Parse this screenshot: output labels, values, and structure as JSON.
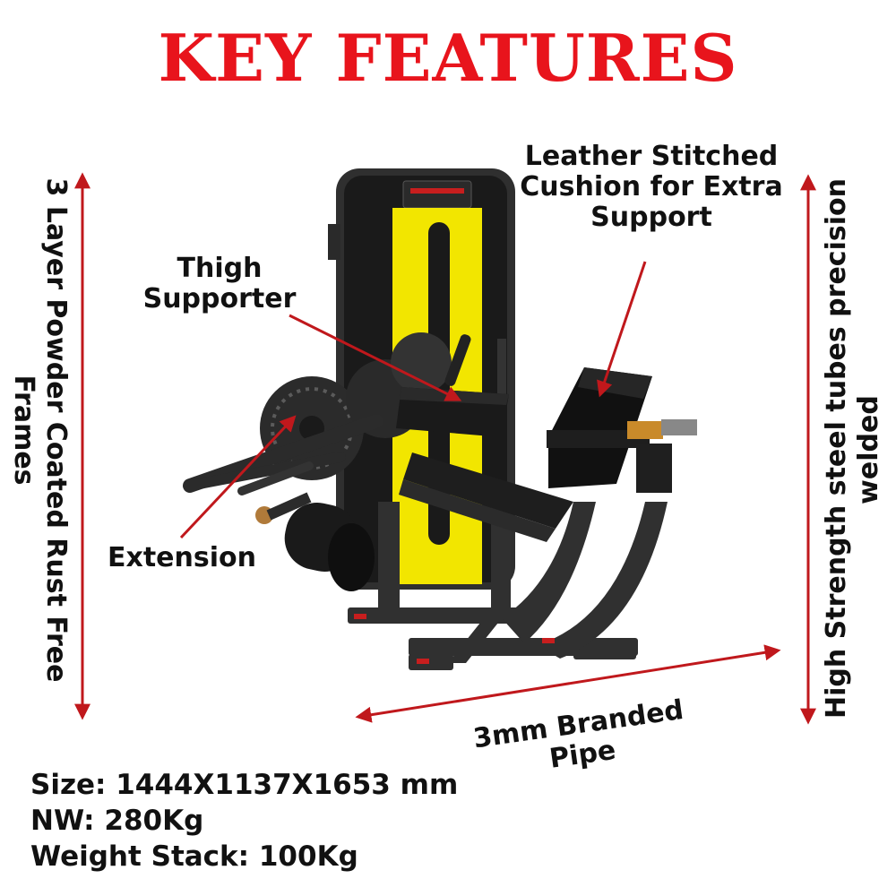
{
  "title": "KEY FEATURES",
  "colors": {
    "title": "#e8141c",
    "arrow": "#c0181c",
    "frame": "#2f2f2f",
    "accent": "#f2e600"
  },
  "callouts": {
    "cushion": [
      "Leather Stitched",
      "Cushion for Extra",
      "Support"
    ],
    "thigh": [
      "Thigh",
      "Supporter"
    ],
    "extension": "Extension",
    "pipe": "3mm Branded Pipe",
    "left_vertical": [
      "3 Layer Powder Coated Rust Free",
      "Frames"
    ],
    "right_vertical": [
      "High Strength steel tubes precision",
      "welded"
    ]
  },
  "specs": {
    "size": "Size: 1444X1137X1653 mm",
    "nw": "NW: 280Kg",
    "weight_stack": "Weight Stack: 100Kg"
  }
}
